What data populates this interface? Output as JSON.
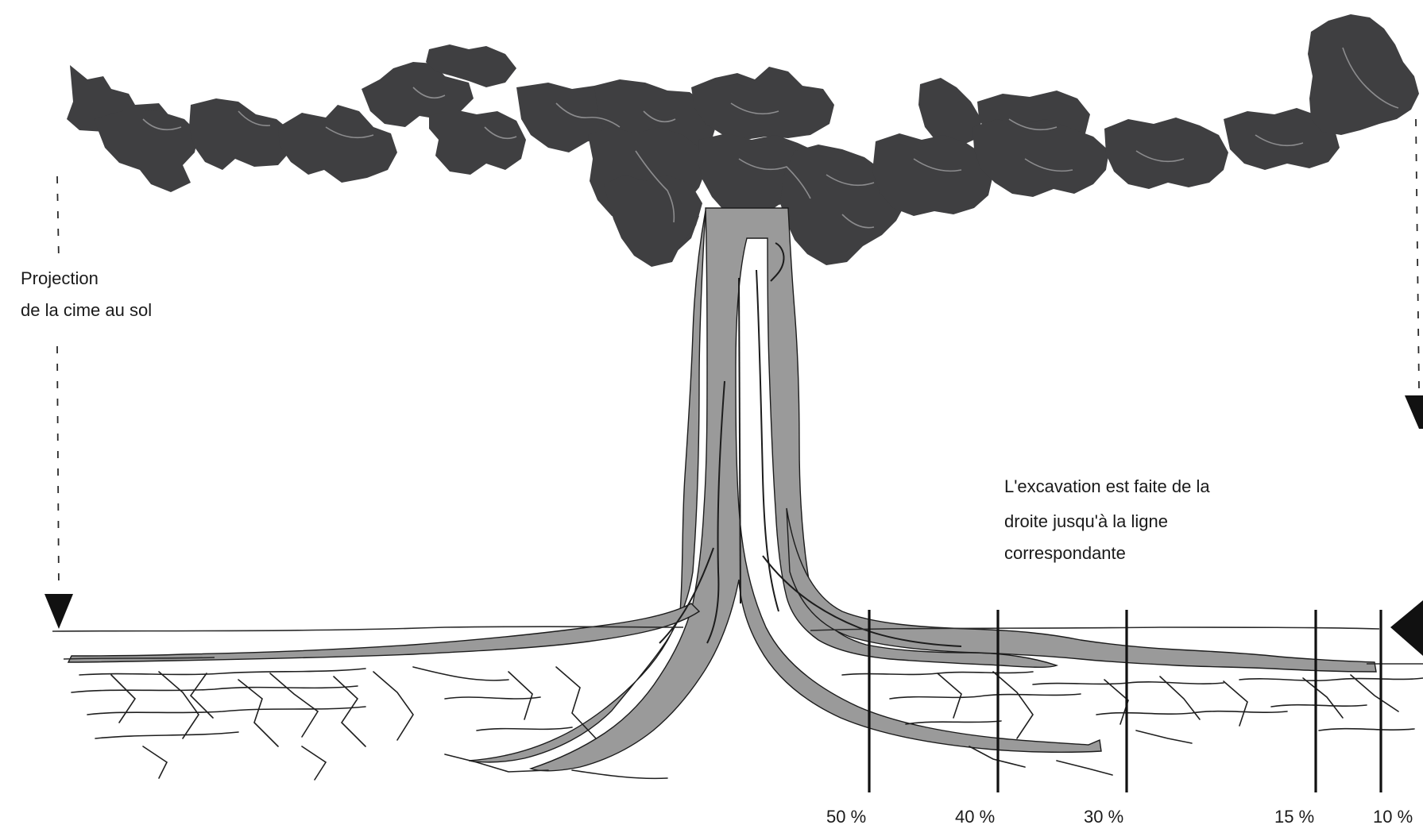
{
  "diagram": {
    "projection_label_line1": "Projection",
    "projection_label_line2": "de la cime au sol",
    "excavation_note_line1": "L'excavation est faite de la",
    "excavation_note_line2": "droite jusqu'à la ligne",
    "excavation_note_line3": "correspondante",
    "cut_lines": [
      {
        "label": "50 %"
      },
      {
        "label": "40 %"
      },
      {
        "label": "30 %"
      },
      {
        "label": "15 %"
      },
      {
        "label": "10 %"
      }
    ]
  }
}
